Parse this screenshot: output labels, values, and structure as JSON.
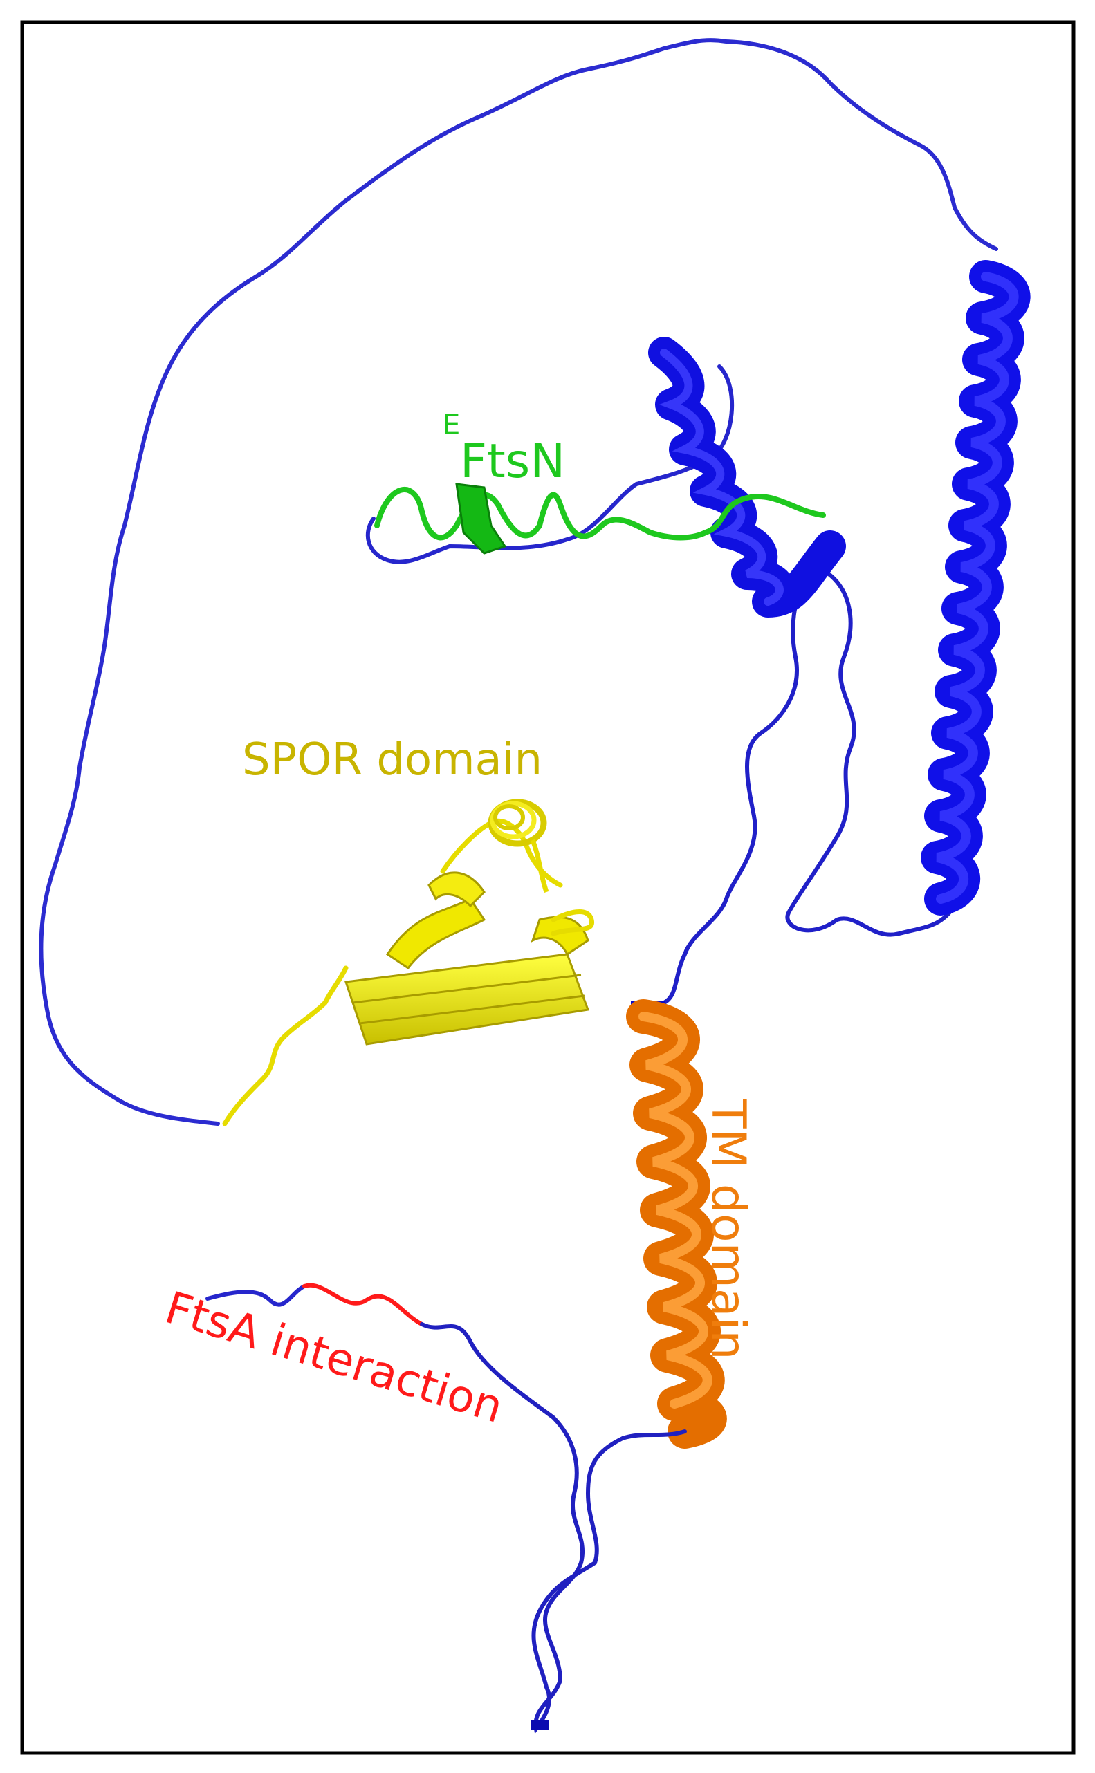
{
  "labels": {
    "efts_sup": "E",
    "efts_main": "FtsN",
    "spor": "SPOR domain",
    "tm": "TM domain",
    "ftsa": "FtsA interaction"
  },
  "colors": {
    "backbone": "#2424c8",
    "helix_blue": "#0e0ee0",
    "efts_green": "#1ec81e",
    "spor_yellow": "#f0e800",
    "spor_label": "#c8b400",
    "tm_orange": "#ef7d0c",
    "ftsa_red": "#ff1a1a",
    "frame": "#000000"
  },
  "icons": {
    "structure": "protein-ribbon-structure"
  }
}
